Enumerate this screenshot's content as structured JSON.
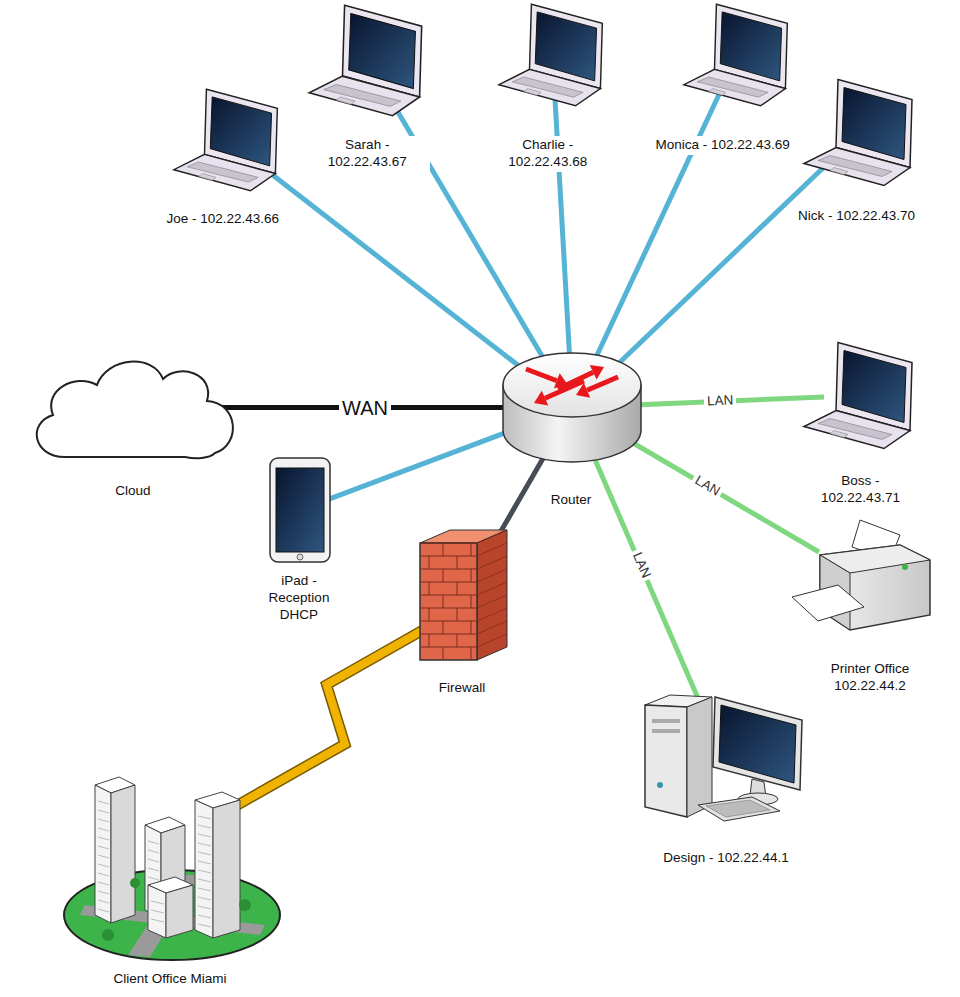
{
  "diagram": {
    "nodes": [
      {
        "text": [
          "Sarah - 102.22.43.67"
        ]
      },
      {
        "text": [
          "Charlie - 102.22.43.68"
        ]
      },
      {
        "text": [
          "Monica - 102.22.43.69"
        ]
      },
      {
        "text": [
          "Joe - 102.22.43.66"
        ]
      },
      {
        "text": [
          "Nick - 102.22.43.70"
        ]
      },
      {
        "text": [
          "Cloud"
        ]
      },
      {
        "text": [
          "Router"
        ]
      },
      {
        "text": [
          "Boss - 102.22.43.71"
        ]
      },
      {
        "text": [
          "iPad - Reception DHCP"
        ]
      },
      {
        "text": [
          "Firewall"
        ]
      },
      {
        "text": [
          "Printer Office 102.22.44.2"
        ]
      },
      {
        "text": [
          "Design - 102.22.44.1"
        ]
      },
      {
        "text": [
          "Client Office Miami"
        ]
      }
    ],
    "edges": [
      {
        "from": 6,
        "to": 3,
        "arrow": "none"
      },
      {
        "from": 6,
        "to": 0,
        "arrow": "none"
      },
      {
        "from": 6,
        "to": 1,
        "arrow": "none"
      },
      {
        "from": 6,
        "to": 2,
        "arrow": "none"
      },
      {
        "from": 6,
        "to": 4,
        "arrow": "none"
      },
      {
        "from": 5,
        "to": 6,
        "label": "WAN",
        "arrow": "none"
      },
      {
        "from": 6,
        "to": 7,
        "label": "LAN",
        "arrow": "none"
      },
      {
        "from": 6,
        "to": 8,
        "arrow": "none"
      },
      {
        "from": 6,
        "to": 9,
        "arrow": "none"
      },
      {
        "from": 6,
        "to": 10,
        "label": "LAN",
        "arrow": "none"
      },
      {
        "from": 6,
        "to": 11,
        "label": "LAN",
        "arrow": "none"
      },
      {
        "from": 9,
        "to": 12,
        "arrow": "none"
      }
    ]
  }
}
